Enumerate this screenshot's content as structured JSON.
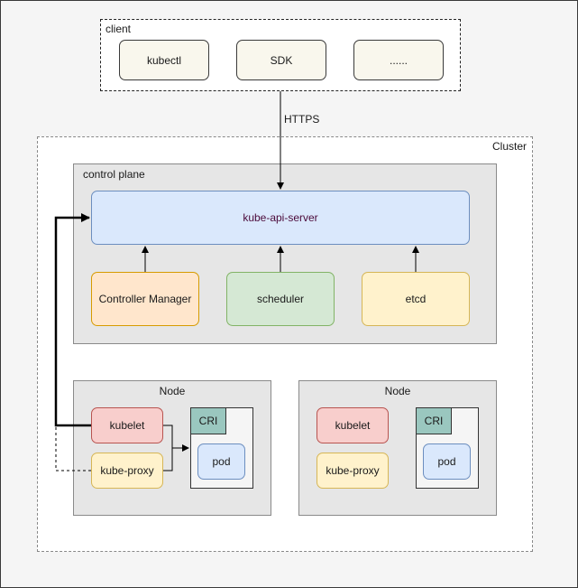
{
  "client": {
    "label": "client",
    "items": [
      {
        "label": "kubectl"
      },
      {
        "label": "SDK"
      },
      {
        "label": "......"
      }
    ]
  },
  "connection": {
    "label": "HTTPS"
  },
  "cluster": {
    "label": "Cluster",
    "control_plane": {
      "label": "control plane",
      "api_server": "kube-api-server",
      "components": [
        {
          "label": "Controller Manager"
        },
        {
          "label": "scheduler"
        },
        {
          "label": "etcd"
        }
      ]
    },
    "nodes": [
      {
        "label": "Node",
        "kubelet": "kubelet",
        "kube_proxy": "kube-proxy",
        "cri": "CRI",
        "pod": "pod"
      },
      {
        "label": "Node",
        "kubelet": "kubelet",
        "kube_proxy": "kube-proxy",
        "cri": "CRI",
        "pod": "pod"
      }
    ]
  },
  "colors": {
    "api_server_text": "#4b0a3a",
    "api_server_fill": "#dae8fc",
    "controller_fill": "#ffe6cc",
    "scheduler_fill": "#d5e8d4",
    "etcd_fill": "#fff2cc",
    "kubelet_fill": "#f8cecc",
    "kube_proxy_fill": "#fff2cc",
    "cri_fill": "#9ac7bf",
    "pod_fill": "#dae8fc"
  }
}
